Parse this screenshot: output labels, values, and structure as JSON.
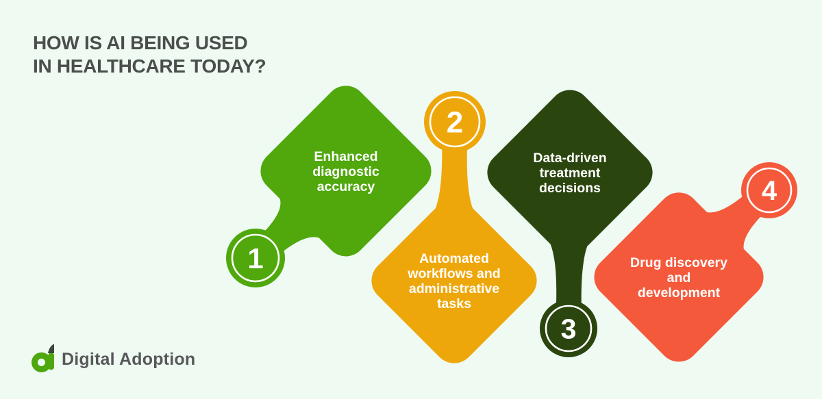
{
  "page": {
    "background": "#eefaf2"
  },
  "title": {
    "line1": "HOW IS AI BEING USED",
    "line2": "IN HEALTHCARE TODAY?",
    "color": "#4a4f4b"
  },
  "steps": [
    {
      "number": "1",
      "lines": [
        "Enhanced",
        "diagnostic",
        "accuracy"
      ],
      "color": "#50a80c"
    },
    {
      "number": "2",
      "lines": [
        "Automated",
        "workflows and",
        "administrative",
        "tasks"
      ],
      "color": "#eea70a"
    },
    {
      "number": "3",
      "lines": [
        "Data-driven",
        "treatment",
        "decisions"
      ],
      "color": "#2b450f"
    },
    {
      "number": "4",
      "lines": [
        "Drug discovery",
        "and",
        "development"
      ],
      "color": "#f5593c"
    }
  ],
  "label_color": "#ffffff",
  "brand": {
    "name": "Digital Adoption",
    "icon": "digital-adoption-a-leaf-mark",
    "icon_green": "#4ea70e",
    "icon_dark": "#3d433f",
    "text_color": "#57585a"
  }
}
